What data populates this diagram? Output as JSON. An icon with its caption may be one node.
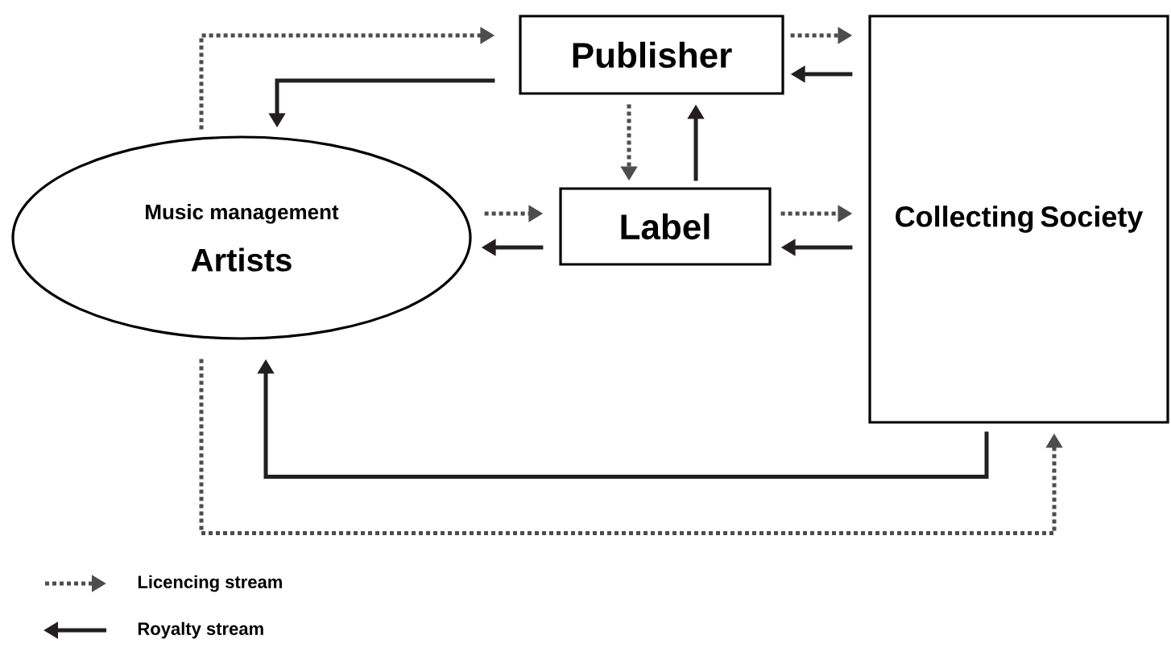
{
  "diagram": {
    "nodes": [
      {
        "text": [
          "Music management",
          "Artists"
        ]
      },
      {
        "text": [
          "Publisher"
        ]
      },
      {
        "text": [
          "Label"
        ]
      },
      {
        "text": [
          "Collecting Society"
        ]
      }
    ],
    "edges": [
      {
        "from": 0,
        "to": 1,
        "arrow": "to",
        "style": "dashed"
      },
      {
        "from": 1,
        "to": 0,
        "arrow": "to"
      },
      {
        "from": 1,
        "to": 3,
        "arrow": "to",
        "style": "dashed"
      },
      {
        "from": 3,
        "to": 1,
        "arrow": "to"
      },
      {
        "from": 1,
        "to": 2,
        "arrow": "to",
        "style": "dashed"
      },
      {
        "from": 2,
        "to": 1,
        "arrow": "to"
      },
      {
        "from": 0,
        "to": 2,
        "arrow": "to",
        "style": "dashed"
      },
      {
        "from": 2,
        "to": 0,
        "arrow": "to"
      },
      {
        "from": 2,
        "to": 3,
        "arrow": "to",
        "style": "dashed"
      },
      {
        "from": 3,
        "to": 2,
        "arrow": "to"
      },
      {
        "from": 3,
        "to": 0,
        "arrow": "to"
      },
      {
        "from": 0,
        "to": 3,
        "arrow": "to",
        "style": "dashed"
      }
    ],
    "legend": [
      {
        "text": "Licencing stream"
      },
      {
        "text": "Royalty stream"
      }
    ]
  }
}
